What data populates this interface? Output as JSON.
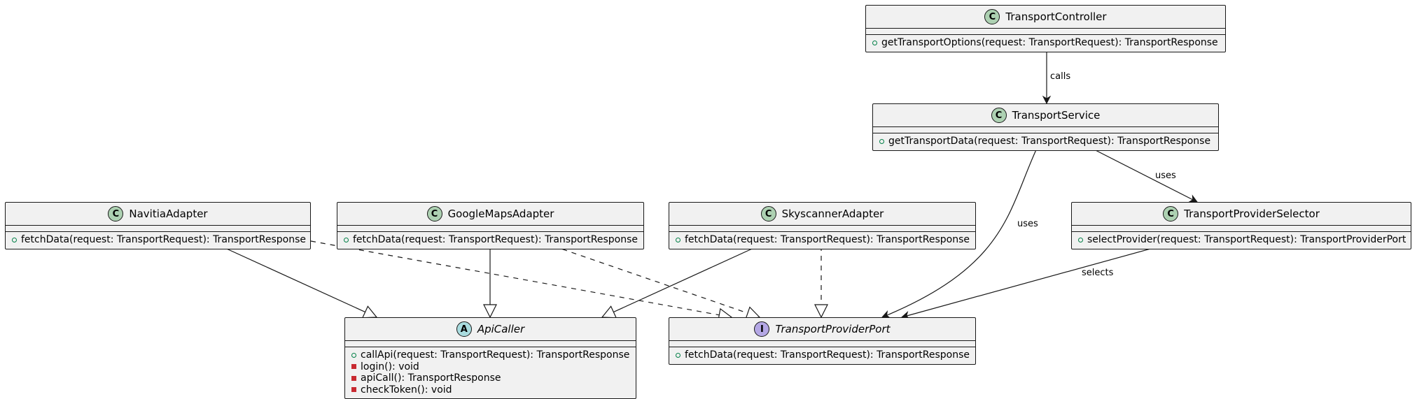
{
  "classes": [
    {
      "id": "transport-controller",
      "name": "TransportController",
      "kind": "C",
      "kind_color": "#add1b2",
      "abstract": false,
      "members": [
        {
          "vis": "public",
          "text": "getTransportOptions(request: TransportRequest): TransportResponse"
        }
      ]
    },
    {
      "id": "transport-service",
      "name": "TransportService",
      "kind": "C",
      "kind_color": "#add1b2",
      "abstract": false,
      "members": [
        {
          "vis": "public",
          "text": "getTransportData(request: TransportRequest): TransportResponse"
        }
      ]
    },
    {
      "id": "navitia-adapter",
      "name": "NavitiaAdapter",
      "kind": "C",
      "kind_color": "#add1b2",
      "abstract": false,
      "members": [
        {
          "vis": "public",
          "text": "fetchData(request: TransportRequest): TransportResponse"
        }
      ]
    },
    {
      "id": "googlemaps-adapter",
      "name": "GoogleMapsAdapter",
      "kind": "C",
      "kind_color": "#add1b2",
      "abstract": false,
      "members": [
        {
          "vis": "public",
          "text": "fetchData(request: TransportRequest): TransportResponse"
        }
      ]
    },
    {
      "id": "skyscanner-adapter",
      "name": "SkyscannerAdapter",
      "kind": "C",
      "kind_color": "#add1b2",
      "abstract": false,
      "members": [
        {
          "vis": "public",
          "text": "fetchData(request: TransportRequest): TransportResponse"
        }
      ]
    },
    {
      "id": "transport-provider-selector",
      "name": "TransportProviderSelector",
      "kind": "C",
      "kind_color": "#add1b2",
      "abstract": false,
      "members": [
        {
          "vis": "public",
          "text": "selectProvider(request: TransportRequest): TransportProviderPort"
        }
      ]
    },
    {
      "id": "api-caller",
      "name": "ApiCaller",
      "kind": "A",
      "kind_color": "#a9dcdf",
      "abstract": true,
      "members": [
        {
          "vis": "public",
          "text": "callApi(request: TransportRequest): TransportResponse"
        },
        {
          "vis": "private",
          "text": "login(): void"
        },
        {
          "vis": "private",
          "text": "apiCall(): TransportResponse"
        },
        {
          "vis": "private",
          "text": "checkToken(): void"
        }
      ]
    },
    {
      "id": "transport-provider-port",
      "name": "TransportProviderPort",
      "kind": "I",
      "kind_color": "#b4a7e5",
      "abstract": true,
      "members": [
        {
          "vis": "public",
          "text": "fetchData(request: TransportRequest): TransportResponse"
        }
      ]
    }
  ],
  "relations": [
    {
      "from": "transport-controller",
      "to": "transport-service",
      "type": "association",
      "label": "calls"
    },
    {
      "from": "transport-service",
      "to": "transport-provider-selector",
      "type": "association",
      "label": "uses"
    },
    {
      "from": "transport-service",
      "to": "transport-provider-port",
      "type": "association",
      "label": "uses"
    },
    {
      "from": "transport-provider-selector",
      "to": "transport-provider-port",
      "type": "association",
      "label": "selects"
    },
    {
      "from": "navitia-adapter",
      "to": "api-caller",
      "type": "extends",
      "label": ""
    },
    {
      "from": "googlemaps-adapter",
      "to": "api-caller",
      "type": "extends",
      "label": ""
    },
    {
      "from": "skyscanner-adapter",
      "to": "api-caller",
      "type": "extends",
      "label": ""
    },
    {
      "from": "navitia-adapter",
      "to": "transport-provider-port",
      "type": "implements",
      "label": ""
    },
    {
      "from": "googlemaps-adapter",
      "to": "transport-provider-port",
      "type": "implements",
      "label": ""
    },
    {
      "from": "skyscanner-adapter",
      "to": "transport-provider-port",
      "type": "implements",
      "label": ""
    }
  ]
}
